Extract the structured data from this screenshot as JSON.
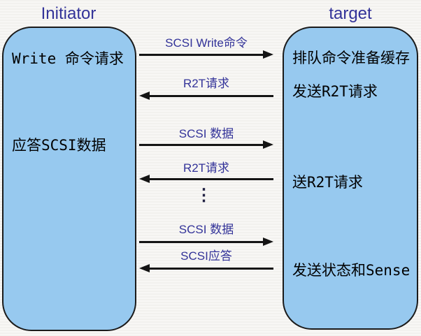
{
  "headers": {
    "initiator": "Initiator",
    "target": "target"
  },
  "initiator_box": {
    "steps": [
      "Write 命令请求",
      "应答SCSI数据"
    ]
  },
  "target_box": {
    "steps": [
      "排队命令准备缓存",
      "发送R2T请求",
      "送R2T请求",
      "发送状态和Sense"
    ]
  },
  "messages": [
    {
      "label": "SCSI Write命令",
      "direction": "right"
    },
    {
      "label": "R2T请求",
      "direction": "left"
    },
    {
      "label": "SCSI 数据",
      "direction": "right"
    },
    {
      "label": "R2T请求",
      "direction": "left"
    },
    {
      "label": "⋮",
      "direction": "ellipsis"
    },
    {
      "label": "SCSI 数据",
      "direction": "right"
    },
    {
      "label": "SCSI应答",
      "direction": "left"
    }
  ],
  "colors": {
    "box_fill": "#97c9ef",
    "box_border": "#1b1b1b",
    "header_text": "#333399",
    "message_label_text": "#333399",
    "arrow": "#141414",
    "box_text": "#000000",
    "background": "#f6f5f3"
  }
}
